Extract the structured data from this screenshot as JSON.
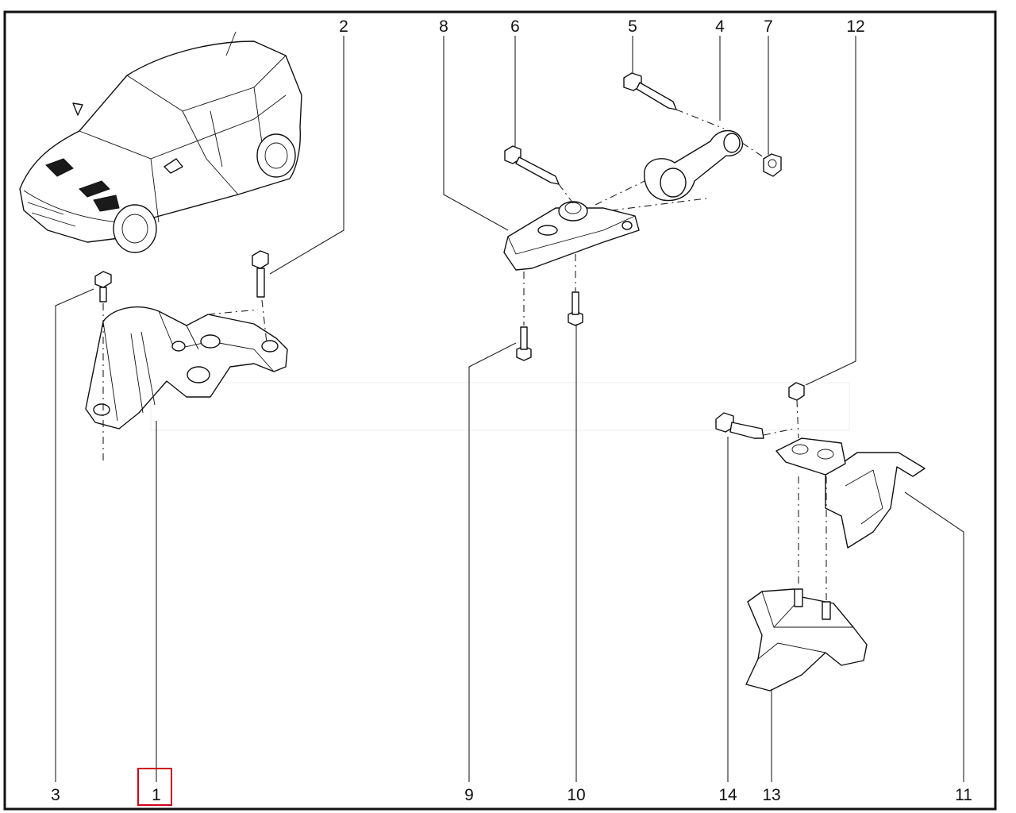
{
  "diagram": {
    "title": "Engine and gearbox mounting – exploded parts view",
    "callouts": {
      "c1": "1",
      "c2": "2",
      "c3": "3",
      "c4": "4",
      "c5": "5",
      "c6": "6",
      "c7": "7",
      "c8": "8",
      "c9": "9",
      "c10": "10",
      "c11": "11",
      "c12": "12",
      "c13": "13",
      "c14": "14"
    },
    "highlighted_callout": "1",
    "colors": {
      "line": "#111111",
      "highlight_box": "#d0021b",
      "background": "#ffffff",
      "border": "#111111"
    }
  }
}
